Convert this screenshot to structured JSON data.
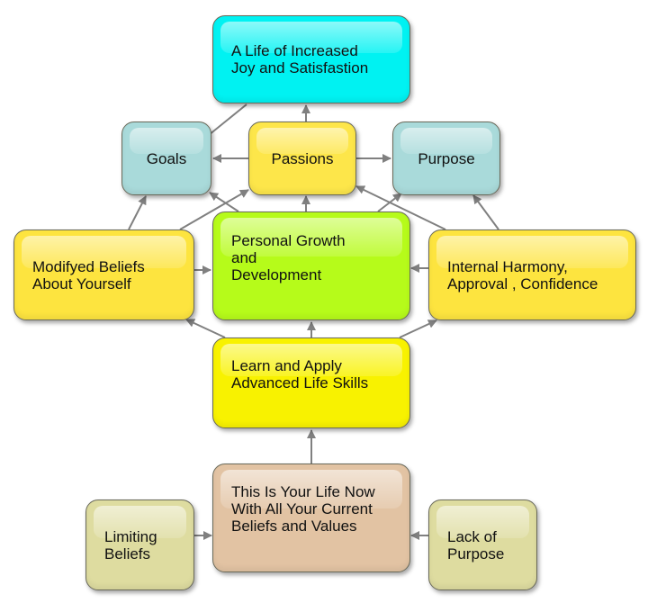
{
  "nodes": {
    "top": {
      "label": "A Life of Increased\nJoy and Satisfastion",
      "color": "#00f2f2"
    },
    "goals": {
      "label": "Goals",
      "color": "#a9dada"
    },
    "passions": {
      "label": "Passions",
      "color": "#fde64a"
    },
    "purpose": {
      "label": "Purpose",
      "color": "#a9dada"
    },
    "modified": {
      "label": "Modifyed Beliefs\nAbout Yourself",
      "color": "#fde43f"
    },
    "personal": {
      "label": "Personal Growth\nand\nDevelopment",
      "color": "#b6fb1a"
    },
    "internal": {
      "label": "Internal Harmony,\nApproval , Confidence",
      "color": "#fde43f"
    },
    "learn": {
      "label": "Learn and Apply\nAdvanced Life Skills",
      "color": "#f8f200"
    },
    "life": {
      "label": "This Is Your Life Now\nWith All Your Current\nBeliefs and Values",
      "color": "#e2c3a3"
    },
    "limiting": {
      "label": "Limiting\nBeliefs",
      "color": "#dedca0"
    },
    "lack": {
      "label": "Lack of\nPurpose",
      "color": "#dedca0"
    }
  },
  "edge_color": "#808080"
}
